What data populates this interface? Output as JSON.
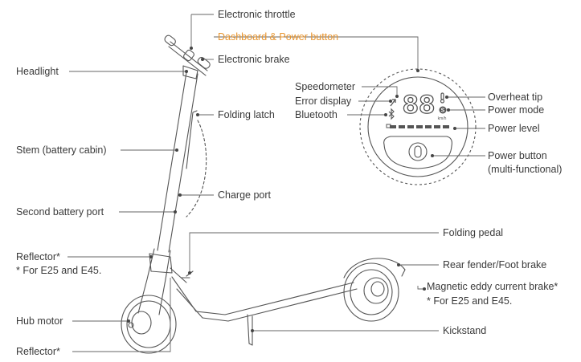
{
  "labels": {
    "electronic_throttle": "Electronic throttle",
    "dashboard_power_button": "Dashboard & Power button",
    "electronic_brake": "Electronic brake",
    "headlight": "Headlight",
    "folding_latch": "Folding latch",
    "stem": "Stem (battery cabin)",
    "charge_port": "Charge port",
    "second_battery_port": "Second battery port",
    "reflector_front": "Reflector*",
    "reflector_front_note": "* For E25 and E45.",
    "hub_motor": "Hub motor",
    "reflector_bottom": "Reflector*",
    "folding_pedal": "Folding pedal",
    "rear_fender": "Rear fender/Foot brake",
    "magnetic_brake": "Magnetic eddy current brake*",
    "magnetic_brake_note": "* For E25 and E45.",
    "kickstand": "Kickstand"
  },
  "dashboard": {
    "speedometer": "Speedometer",
    "error_display": "Error display",
    "bluetooth": "Bluetooth",
    "overheat_tip": "Overheat tip",
    "power_mode": "Power mode",
    "power_level": "Power level",
    "power_button": "Power button",
    "power_button_sub": "(multi-functional)",
    "speed_digits": "88",
    "speed_unit": "km/h"
  },
  "colors": {
    "line": "#555555",
    "accent": "#e8952f",
    "text": "#3a3a3a"
  }
}
